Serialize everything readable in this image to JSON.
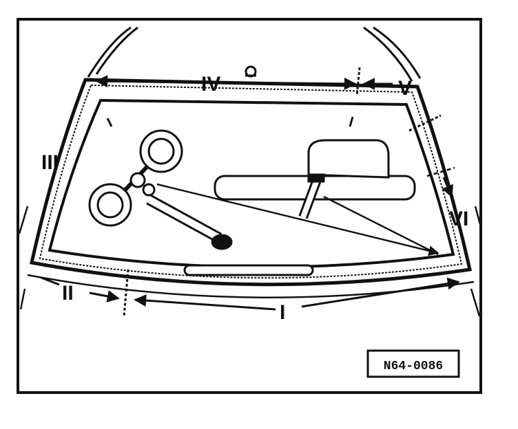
{
  "diagram": {
    "segment_labels": {
      "I": "I",
      "II": "II",
      "III": "III",
      "IV": "IV",
      "V": "V",
      "VI": "VI"
    },
    "reference_number": "N64-0086",
    "colors": {
      "ink": "#111111",
      "paper": "#ffffff"
    }
  }
}
